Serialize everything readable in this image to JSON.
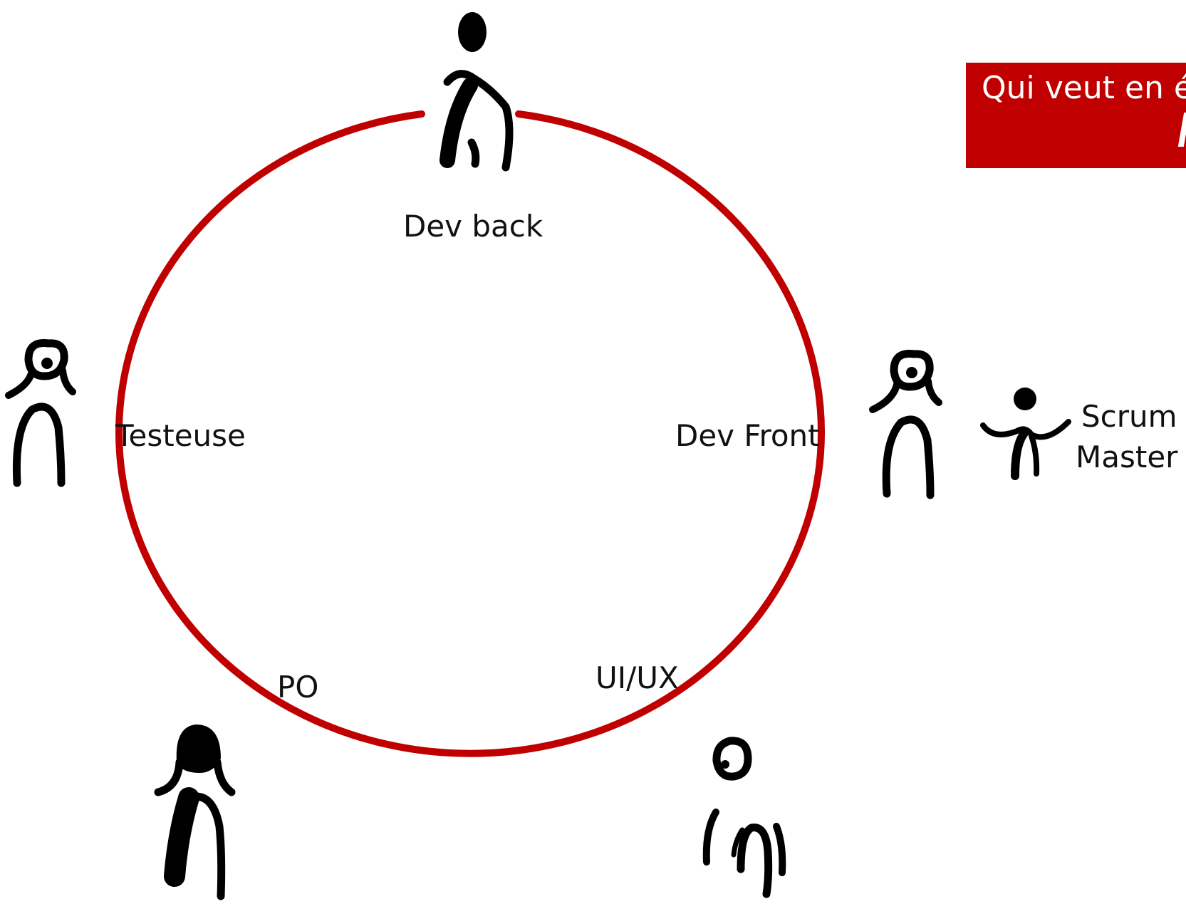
{
  "banner": {
    "text": "Qui veut en é",
    "color": "#c00000"
  },
  "circle": {
    "stroke_color": "#c00000"
  },
  "roles": {
    "dev_back": "Dev back",
    "testeuse": "Testeuse",
    "dev_front": "Dev Front",
    "po": "PO",
    "ui_ux": "UI/UX"
  },
  "scrum_master": {
    "line1": "Scrum",
    "line2": "Master"
  },
  "icons": [
    "person-dev-back-icon",
    "person-testeuse-icon",
    "person-dev-front-icon",
    "person-po-icon",
    "person-ui-ux-icon",
    "scrum-master-icon"
  ]
}
